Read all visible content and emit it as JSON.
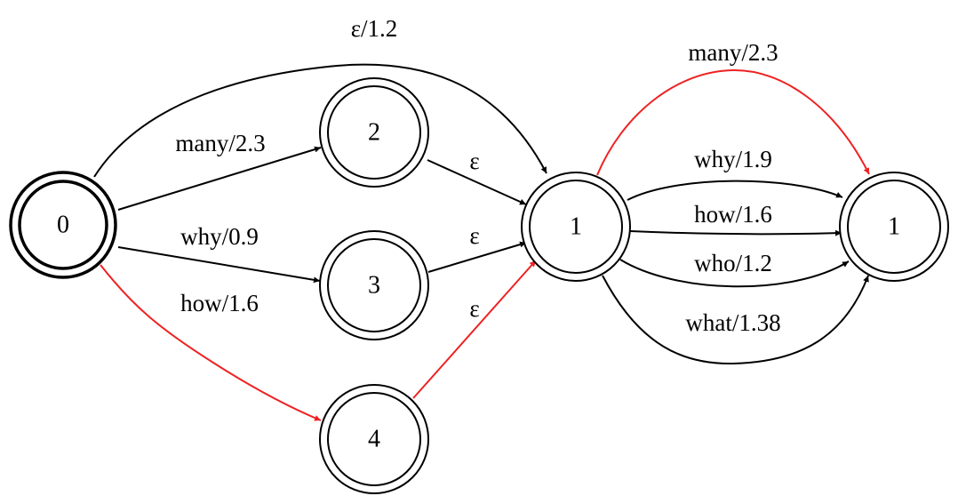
{
  "graph": {
    "type": "weighted-finite-state-automaton",
    "nodes": [
      {
        "id": "n0",
        "label": "0",
        "start": true,
        "final": true
      },
      {
        "id": "n2",
        "label": "2",
        "final": true
      },
      {
        "id": "n3",
        "label": "3",
        "final": true
      },
      {
        "id": "n4",
        "label": "4",
        "final": true
      },
      {
        "id": "n1a",
        "label": "1",
        "final": true
      },
      {
        "id": "n1b",
        "label": "1",
        "final": true
      }
    ],
    "edges": [
      {
        "from": "n0",
        "to": "n1a",
        "label": "ε/1.2",
        "highlighted": false
      },
      {
        "from": "n0",
        "to": "n2",
        "label": "many/2.3",
        "highlighted": false
      },
      {
        "from": "n0",
        "to": "n3",
        "label": "why/0.9",
        "highlighted": false
      },
      {
        "from": "n0",
        "to": "n4",
        "label": "how/1.6",
        "highlighted": true
      },
      {
        "from": "n2",
        "to": "n1a",
        "label": "ε",
        "highlighted": false
      },
      {
        "from": "n3",
        "to": "n1a",
        "label": "ε",
        "highlighted": false
      },
      {
        "from": "n4",
        "to": "n1a",
        "label": "ε",
        "highlighted": true
      },
      {
        "from": "n1a",
        "to": "n1b",
        "label": "many/2.3",
        "highlighted": true
      },
      {
        "from": "n1a",
        "to": "n1b",
        "label": "why/1.9",
        "highlighted": false
      },
      {
        "from": "n1a",
        "to": "n1b",
        "label": "how/1.6",
        "highlighted": false
      },
      {
        "from": "n1a",
        "to": "n1b",
        "label": "who/1.2",
        "highlighted": false
      },
      {
        "from": "n1a",
        "to": "n1b",
        "label": "what/1.38",
        "highlighted": false
      }
    ]
  },
  "colors": {
    "edge": "#000000",
    "highlight": "#ee2222",
    "background": "#ffffff"
  }
}
